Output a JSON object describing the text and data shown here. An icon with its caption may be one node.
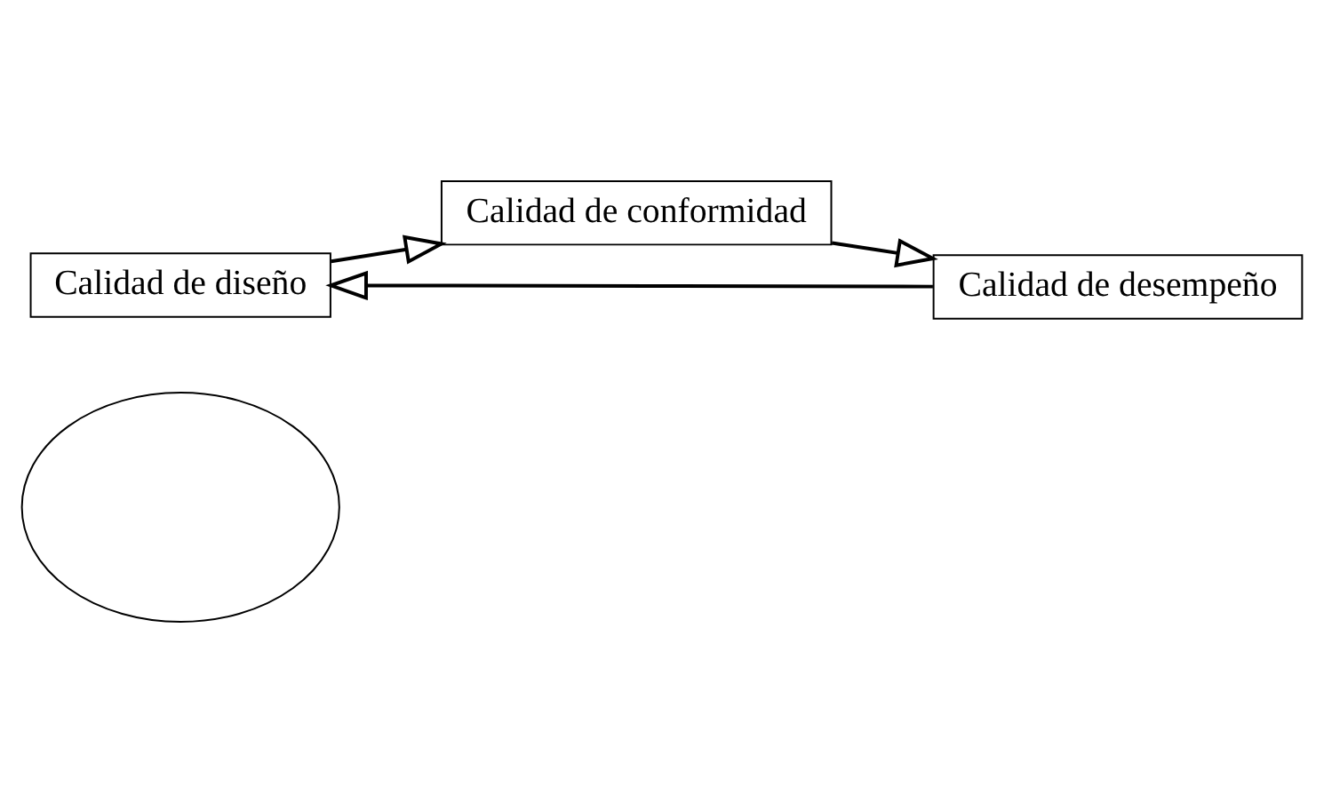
{
  "diagram": {
    "nodes": [
      {
        "text": [],
        "shape": "ellipse"
      },
      {
        "text": [
          "Calidad de diseño"
        ]
      },
      {
        "text": [
          "Calidad de conformidad"
        ]
      },
      {
        "text": [
          "Calidad de desempeño"
        ]
      }
    ],
    "edges": [
      {
        "from": 3,
        "to": 1,
        "arrow": "to"
      },
      {
        "from": 1,
        "to": 2,
        "arrow": "to"
      },
      {
        "from": 2,
        "to": 3,
        "arrow": "to"
      }
    ]
  }
}
